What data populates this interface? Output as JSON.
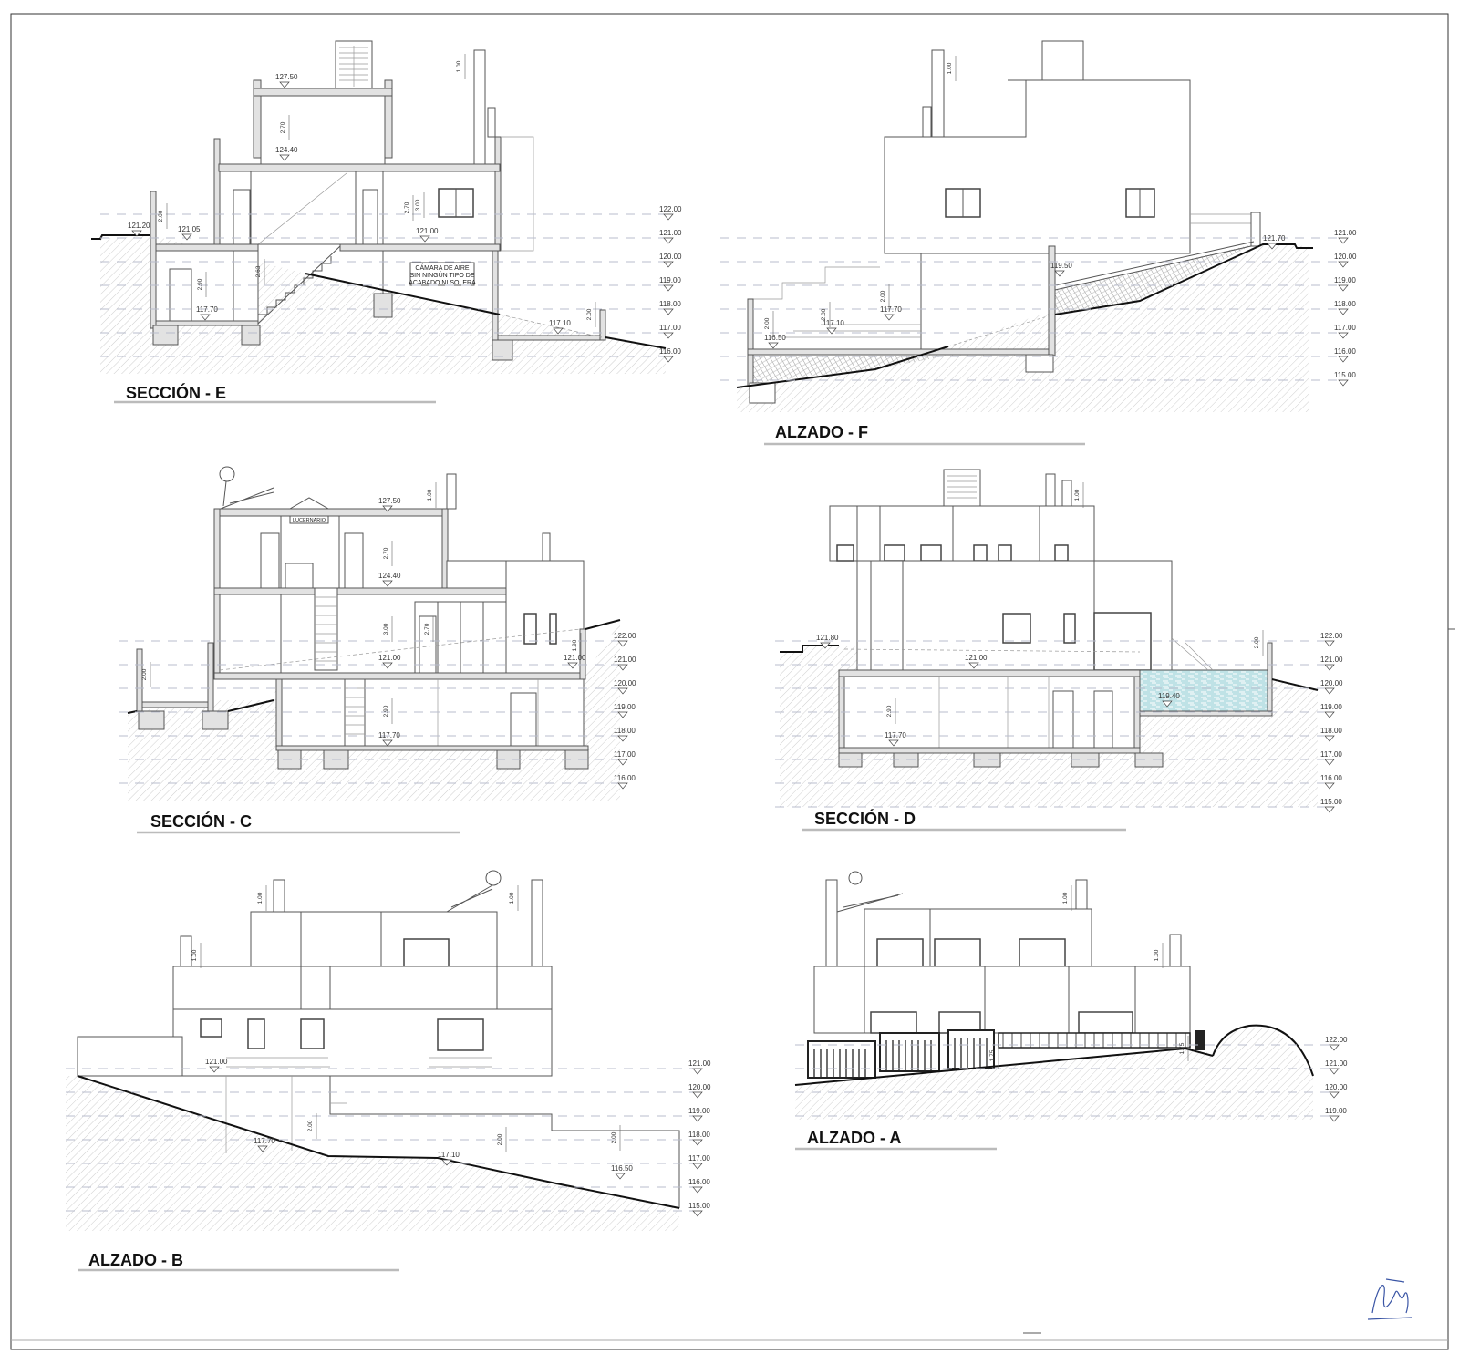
{
  "drawings": {
    "seccion_e": {
      "title": "SECCIÓN - E",
      "scale": [
        "122.00",
        "121.00",
        "120.00",
        "119.00",
        "118.00",
        "117.00",
        "116.00"
      ],
      "levels": [
        "127.50",
        "124.40",
        "121.00",
        "121.20",
        "121.05",
        "117.70",
        "117.10"
      ],
      "dims": [
        "2.70",
        "1.00",
        "2.70",
        "3.00",
        "2.00",
        "2.90",
        "2.63",
        "2.00"
      ],
      "note": [
        "CÁMARA DE AIRE",
        "SIN NINGÚN TIPO DE",
        "ACABADO NI SOLERA"
      ]
    },
    "alzado_f": {
      "title": "ALZADO - F",
      "scale": [
        "121.00",
        "120.00",
        "119.00",
        "118.00",
        "117.00",
        "116.00",
        "115.00"
      ],
      "levels": [
        "121.70",
        "119.50",
        "117.70",
        "117.10",
        "116.50"
      ],
      "dims": [
        "1.00",
        "2.00",
        "2.00",
        "2.00"
      ]
    },
    "seccion_c": {
      "title": "SECCIÓN - C",
      "scale": [
        "122.00",
        "121.00",
        "120.00",
        "119.00",
        "118.00",
        "117.00",
        "116.00"
      ],
      "levels": [
        "127.50",
        "124.40",
        "121.00",
        "121.00",
        "117.70"
      ],
      "dims": [
        "1.00",
        "2.70",
        "3.00",
        "2.70",
        "2.90",
        "1.90",
        "2.00"
      ],
      "skylight_label": "LUCERNARIO"
    },
    "seccion_d": {
      "title": "SECCIÓN - D",
      "scale": [
        "122.00",
        "121.00",
        "120.00",
        "119.00",
        "118.00",
        "117.00",
        "116.00",
        "115.00"
      ],
      "levels": [
        "121.80",
        "121.00",
        "119.40",
        "117.70"
      ],
      "dims": [
        "1.00",
        "2.00",
        "2.90"
      ],
      "pool_color": "#bfe2e6"
    },
    "alzado_b": {
      "title": "ALZADO - B",
      "scale": [
        "121.00",
        "120.00",
        "119.00",
        "118.00",
        "117.00",
        "116.00",
        "115.00"
      ],
      "levels": [
        "121.00",
        "117.70",
        "117.10",
        "116.50"
      ],
      "dims": [
        "1.00",
        "1.00",
        "1.00",
        "2.00",
        "2.00",
        "2.00"
      ]
    },
    "alzado_a": {
      "title": "ALZADO - A",
      "scale": [
        "122.00",
        "121.00",
        "120.00",
        "119.00"
      ],
      "levels": [],
      "dims": [
        "1.00",
        "1.00",
        "1.75",
        "1.75"
      ]
    }
  }
}
